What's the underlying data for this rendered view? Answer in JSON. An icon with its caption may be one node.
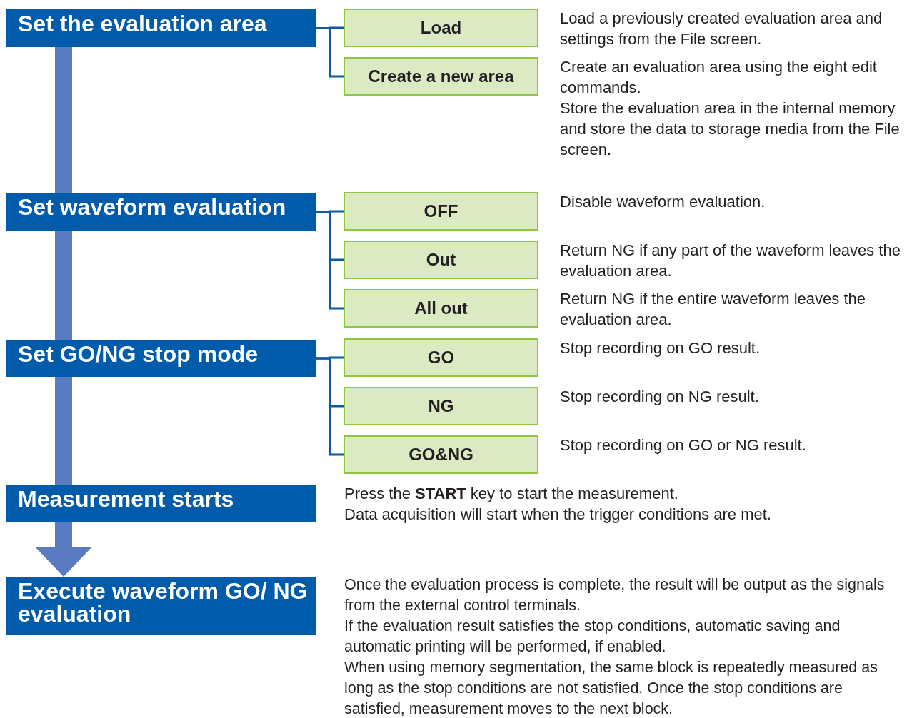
{
  "diagram": {
    "nodes": [
      {
        "text": [
          "Set the evaluation area"
        ]
      },
      {
        "text": [
          "Load"
        ],
        "beside": [
          "Load a previously created evaluation area and settings from the File screen."
        ]
      },
      {
        "text": [
          "Create a new area"
        ],
        "beside": [
          "Create an evaluation area using the eight edit commands.",
          "Store the evaluation area in the internal memory",
          "and store the data to storage media from the File screen."
        ]
      },
      {
        "text": [
          "Set waveform evaluation"
        ]
      },
      {
        "text": [
          "OFF"
        ],
        "beside": [
          "Disable waveform evaluation."
        ]
      },
      {
        "text": [
          "Out"
        ],
        "beside": [
          "Return NG if any part of the waveform leaves the evaluation area."
        ]
      },
      {
        "text": [
          "All out"
        ],
        "beside": [
          "Return NG if the entire waveform leaves the evaluation area."
        ]
      },
      {
        "text": [
          "Set GO/NG stop mode"
        ]
      },
      {
        "text": [
          "GO"
        ],
        "beside": [
          "Stop recording on GO result."
        ]
      },
      {
        "text": [
          "NG"
        ],
        "beside": [
          "Stop recording on NG result."
        ]
      },
      {
        "text": [
          "GO&NG"
        ],
        "beside": [
          "Stop recording on GO or NG result."
        ]
      },
      {
        "text": [
          "Measurement starts"
        ],
        "beside": [
          "Press the **START** key to start the measurement.",
          "Data acquisition will start when the trigger conditions are met."
        ]
      },
      {
        "text": [
          "Execute waveform GO/ NG evaluation"
        ],
        "beside": [
          "Once the evaluation process is complete, the result will be output as the signals from the external control terminals.",
          "If the evaluation result satisfies the stop conditions, automatic saving and automatic printing will be performed, if enabled.",
          "When using memory segmentation, the same block is repeatedly measured as long as the stop conditions are not satisfied. Once the stop conditions are satisfied, measurement moves to the next block."
        ]
      }
    ],
    "edges": [
      {
        "from": 0,
        "to": 1,
        "arrow": "none"
      },
      {
        "from": 0,
        "to": 2,
        "arrow": "none"
      },
      {
        "from": 3,
        "to": 4,
        "arrow": "none"
      },
      {
        "from": 3,
        "to": 5,
        "arrow": "none"
      },
      {
        "from": 3,
        "to": 6,
        "arrow": "none"
      },
      {
        "from": 7,
        "to": 8,
        "arrow": "none"
      },
      {
        "from": 7,
        "to": 9,
        "arrow": "none"
      },
      {
        "from": 7,
        "to": 10,
        "arrow": "none"
      },
      {
        "from": 0,
        "to": 3,
        "arrow": "none",
        "style": "thick",
        "color": "#5a7bc2"
      },
      {
        "from": 3,
        "to": 7,
        "arrow": "none",
        "style": "thick",
        "color": "#5a7bc2"
      },
      {
        "from": 7,
        "to": 11,
        "arrow": "none",
        "style": "thick",
        "color": "#5a7bc2"
      },
      {
        "from": 11,
        "to": 12,
        "arrow": "to",
        "style": "thick",
        "color": "#5a7bc2"
      }
    ]
  }
}
